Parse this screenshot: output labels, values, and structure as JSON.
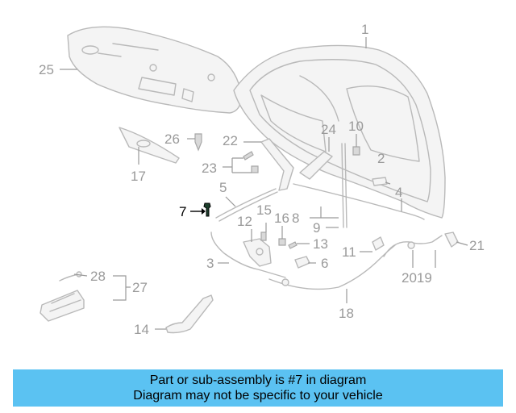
{
  "callouts": {
    "c1": "1",
    "c2": "2",
    "c3": "3",
    "c4": "4",
    "c5": "5",
    "c6": "6",
    "c7": "7",
    "c8": "8",
    "c9": "9",
    "c10": "10",
    "c11": "11",
    "c12": "12",
    "c13": "13",
    "c14": "14",
    "c15": "15",
    "c16": "16",
    "c17": "17",
    "c18": "18",
    "c2019": "2019",
    "c21": "21",
    "c22": "22",
    "c23": "23",
    "c24": "24",
    "c25": "25",
    "c26": "26",
    "c27": "27",
    "c28": "28"
  },
  "highlighted_part": "7",
  "banner": {
    "line1": "Part or sub-assembly is #7 in diagram",
    "line2": "Diagram may not be specific to your vehicle",
    "background": "#5bc2f2"
  }
}
